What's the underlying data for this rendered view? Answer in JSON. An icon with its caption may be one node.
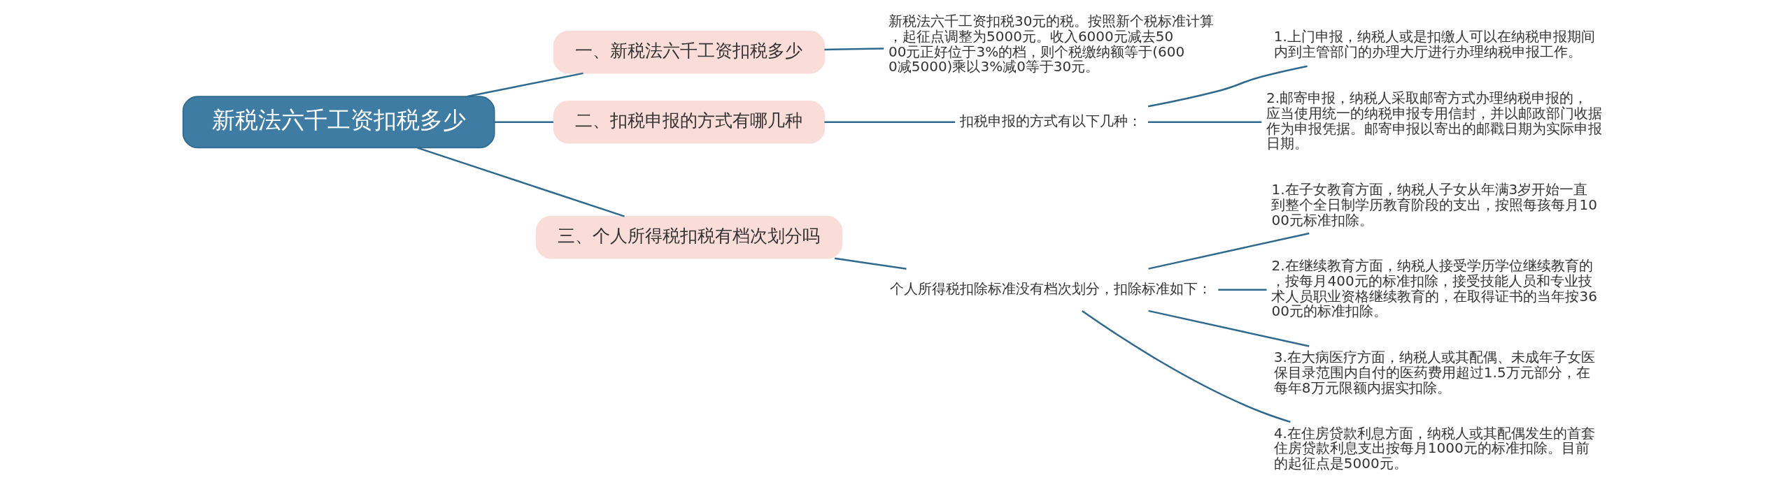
{
  "diagram": {
    "nodes": [
      {
        "text": [
          "新税法六千工资扣税多少"
        ]
      },
      {
        "text": [
          "一、新税法六千工资扣税多少"
        ]
      },
      {
        "text": [
          "新税法六千工资扣税30元的税。按照新个税标准计算，起征点调整为5000元。收入6000元减去5000元正好位于3%的档，则个税缴纳额等于(6000减5000)乘以3%减0等于30元。"
        ]
      },
      {
        "text": [
          "二、扣税申报的方式有哪几种"
        ]
      },
      {
        "text": [
          "扣税申报的方式有以下几种："
        ]
      },
      {
        "text": [
          "1.上门申报，纳税人或是扣缴人可以在纳税申报期间内到主管部门的办理大厅进行办理纳税申报工作。"
        ]
      },
      {
        "text": [
          "2.邮寄申报，纳税人采取邮寄方式办理纳税申报的，应当使用统一的纳税申报专用信封，并以邮政部门收据作为申报凭据。邮寄申报以寄出的邮戳日期为实际申报日期。"
        ]
      },
      {
        "text": [
          "三、个人所得税扣税有档次划分吗"
        ]
      },
      {
        "text": [
          "个人所得税扣除标准没有档次划分，扣除标准如下："
        ]
      },
      {
        "text": [
          "1.在子女教育方面，纳税人子女从年满3岁开始一直到整个全日制学历教育阶段的支出，按照每孩每月1000元标准扣除。"
        ]
      },
      {
        "text": [
          "2.在继续教育方面，纳税人接受学历学位继续教育的，按每月400元的标准扣除，接受技能人员和专业技术人员职业资格继续教育的，在取得证书的当年按3600元的标准扣除。"
        ]
      },
      {
        "text": [
          "3.在大病医疗方面，纳税人或其配偶、未成年子女医保目录范围内自付的医药费用超过1.5万元部分，在每年8万元限额内据实扣除。"
        ]
      },
      {
        "text": [
          "4.在住房贷款利息方面，纳税人或其配偶发生的首套住房贷款利息支出按每月1000元的标准扣除。目前的起征点是5000元。"
        ]
      }
    ],
    "edges": [
      {
        "from": 0,
        "to": 1,
        "arrow": "none"
      },
      {
        "from": 1,
        "to": 2,
        "arrow": "none"
      },
      {
        "from": 0,
        "to": 3,
        "arrow": "none"
      },
      {
        "from": 3,
        "to": 4,
        "arrow": "none"
      },
      {
        "from": 4,
        "to": 5,
        "arrow": "none"
      },
      {
        "from": 4,
        "to": 6,
        "arrow": "none"
      },
      {
        "from": 0,
        "to": 7,
        "arrow": "none"
      },
      {
        "from": 7,
        "to": 8,
        "arrow": "none"
      },
      {
        "from": 8,
        "to": 9,
        "arrow": "none"
      },
      {
        "from": 8,
        "to": 10,
        "arrow": "none"
      },
      {
        "from": 8,
        "to": 11,
        "arrow": "none"
      },
      {
        "from": 8,
        "to": 12,
        "arrow": "none"
      }
    ]
  }
}
